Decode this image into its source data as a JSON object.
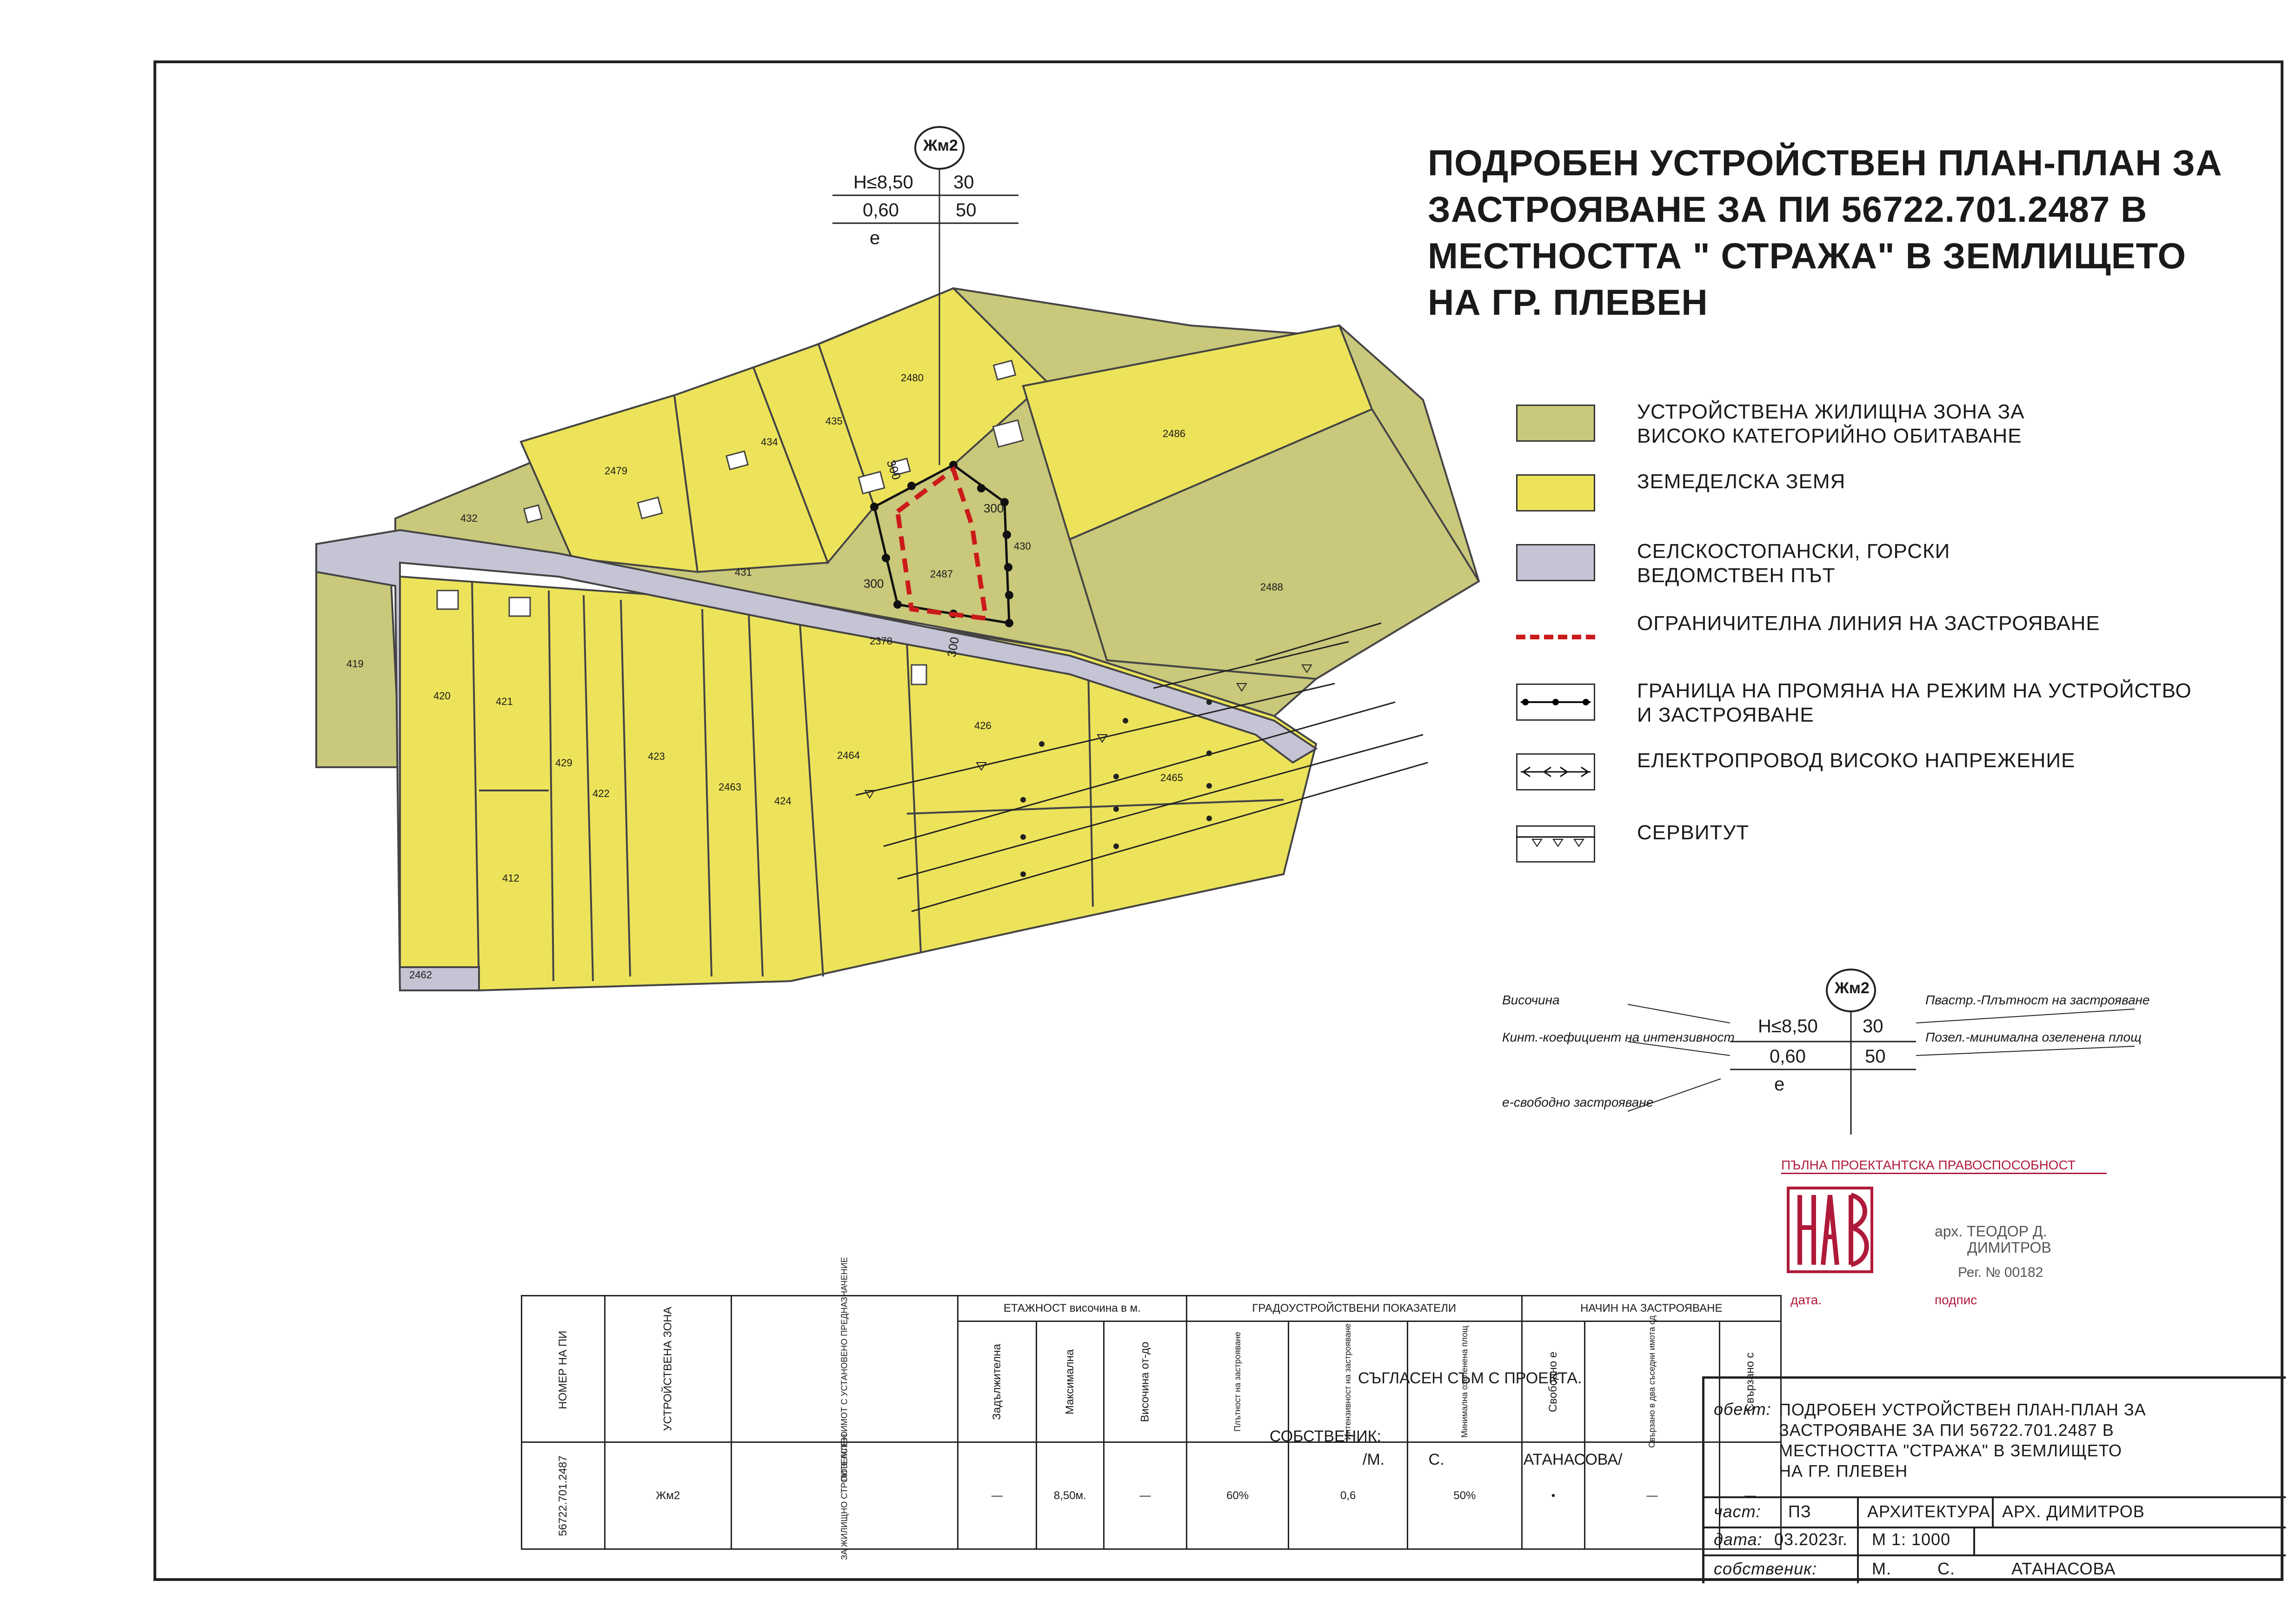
{
  "title": {
    "lines": [
      "ПОДРОБЕН УСТРОЙСТВЕН ПЛАН-ПЛАН ЗА",
      "ЗАСТРОЯВАНЕ ЗА ПИ 56722.701.2487 В",
      "МЕСТНОСТТА \" СТРАЖА\" В ЗЕМЛИЩЕТО",
      "НА ГР. ПЛЕВЕН"
    ]
  },
  "zone_marker": {
    "code": "Жм2",
    "height": "H≤8,50",
    "density": "30",
    "kint": "0,60",
    "green": "50",
    "mode": "е"
  },
  "legend": [
    {
      "label1": "УСТРОЙСТВЕНА ЖИЛИЩНА ЗОНА ЗА",
      "label2": "ВИСОКО КАТЕГОРИЙНО ОБИТАВАНЕ",
      "color": "#c9c87b",
      "kind": "fill"
    },
    {
      "label1": "ЗЕМЕДЕЛСКА ЗЕМЯ",
      "label2": "",
      "color": "#ece35a",
      "kind": "fill"
    },
    {
      "label1": "СЕЛСКОСТОПАНСКИ, ГОРСКИ",
      "label2": "ВЕДОМСТВЕН ПЪТ",
      "color": "#c4c4d4",
      "kind": "fill"
    },
    {
      "label1": "ОГРАНИЧИТЕЛНА ЛИНИЯ НА ЗАСТРОЯВАНЕ",
      "label2": "",
      "color": "#cc1a1a",
      "kind": "dashed"
    },
    {
      "label1": "ГРАНИЦА НА ПРОМЯНА НА РЕЖИМ НА УСТРОЙСТВО",
      "label2": "И ЗАСТРОЯВАНЕ",
      "color": "#111111",
      "kind": "dots"
    },
    {
      "label1": "ЕЛЕКТРОПРОВОД ВИСОКО НАПРЕЖЕНИЕ",
      "label2": "",
      "color": "#111111",
      "kind": "power"
    },
    {
      "label1": "СЕРВИТУТ",
      "label2": "",
      "color": "#111111",
      "kind": "servitude"
    }
  ],
  "parcels": [
    "432",
    "2479",
    "434",
    "435",
    "2480",
    "2486",
    "431",
    "2487",
    "430",
    "2488",
    "419",
    "420",
    "421",
    "429",
    "422",
    "423",
    "2463",
    "424",
    "2464",
    "426",
    "2465",
    "412",
    "2462",
    "2378"
  ],
  "setbacks": [
    "300",
    "300",
    "300",
    "300"
  ],
  "marker_legend": {
    "height_label": "Височина",
    "density_label": "Пвастр.-Плътност на застрояване",
    "kint_label": "Кинт.-коефициент на интензивност",
    "green_label": "Позел.-минимална озеленена площ",
    "mode_label": "е-свободно застрояване"
  },
  "stamp": {
    "header": "ПЪЛНА ПРОЕКТАНТСКА ПРАВОСПОСОБНОСТ",
    "name1": "арх. ТЕОДОР Д.",
    "name2": "ДИМИТРОВ",
    "reg": "Рег. № 00182",
    "date": "дата.",
    "sign": "подпис"
  },
  "indicators_table": {
    "headers": [
      "НОМЕР НА ПИ",
      "УСТРОЙСТВЕНА ЗОНА",
      "ПОЗЕМЛЕН ИМОТ С УСТАНОВЕНО ПРЕДНАЗНАЧЕНИЕ",
      "Задължителна",
      "Максимална",
      "Височина от-до",
      "Плътност на застрояване",
      "Интензивност на застрояване",
      "Минимална озеленена площ",
      "Свободно е",
      "Свързано в два съседни имота сд",
      "Свързано с"
    ],
    "group_headers": [
      "ЕТАЖНОСТ височина в м.",
      "ГРАДОУСТРОЙСТВЕНИ ПОКАЗАТЕЛИ",
      "НАЧИН НА ЗАСТРОЯВАНЕ"
    ],
    "row": [
      "56722.701.2487",
      "Жм2",
      "ЗА ЖИЛИЩНО СТРОИТЕЛСТВО",
      "—",
      "8,50м.",
      "—",
      "60%",
      "0,6",
      "50%",
      "•",
      "—",
      "—"
    ]
  },
  "agreement": {
    "agree": "СЪГЛАСЕН СЪМ С ПРОЕКТА.",
    "owner_label": "СОБСТВЕНИК:",
    "owner_name": "/М.          С.                  АТАНАСОВА/"
  },
  "titleblock": {
    "object_label": "обект:",
    "object_lines": [
      "ПОДРОБЕН УСТРОЙСТВЕН ПЛАН-ПЛАН ЗА",
      "ЗАСТРОЯВАНЕ ЗА ПИ 56722.701.2487 В",
      "МЕСТНОСТТА \"СТРАЖА\" В ЗЕМЛИЩЕТО",
      "НА ГР. ПЛЕВЕН"
    ],
    "part_label": "част:",
    "part_value": "ПЗ",
    "section": "АРХИТЕКТУРА",
    "author": "АРХ. ДИМИТРОВ",
    "date_label": "дата:",
    "date_value": "03.2023г.",
    "scale": "М 1: 1000",
    "owner_label": "собственик:",
    "owner_value": "М.         С.           АТАНАСОВА"
  }
}
